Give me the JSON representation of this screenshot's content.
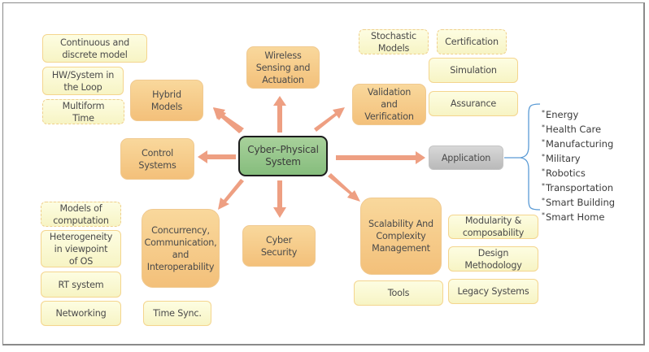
{
  "center": {
    "label": "Cyber–Physical\nSystem"
  },
  "main_nodes": {
    "hybrid_models": "Hybrid\nModels",
    "wireless": "Wireless\nSensing and\nActuation",
    "validation": "Validation\nand\nVerification",
    "control": "Control\nSystems",
    "application": "Application",
    "concurrency": "Concurrency,\nCommunication,\nand\nInteroperability",
    "cyber_security": "Cyber\nSecurity",
    "scalability": "Scalability And\nComplexity\nManagement"
  },
  "sub_nodes": {
    "continuous": "Continuous and\ndiscrete model",
    "hw_loop": "HW/System in\nthe Loop",
    "multiform": "Multiform\nTime",
    "stochastic": "Stochastic\nModels",
    "certification": "Certification",
    "simulation": "Simulation",
    "assurance": "Assurance",
    "models_computation": "Models of\ncomputation",
    "heterogeneity": "Heterogeneity\nin viewpoint\nof OS",
    "rt_system": "RT system",
    "networking": "Networking",
    "time_sync": "Time Sync.",
    "modularity": "Modularity &\ncomposability",
    "design_methodology": "Design Methodology",
    "tools": "Tools",
    "legacy": "Legacy Systems"
  },
  "applications": {
    "bullet": "*",
    "items": [
      "Energy",
      "Health Care",
      "Manufacturing",
      "Military",
      "Robotics",
      "Transportation",
      "Smart Building",
      "Smart Home"
    ]
  },
  "colors": {
    "arrow": "#ee9f82",
    "bracket": "#5b9bd5",
    "main_fill": "#f6c986",
    "sub_fill": "#fbf9d4",
    "center_fill": "#96c78b",
    "app_fill": "#c8c8c8"
  }
}
